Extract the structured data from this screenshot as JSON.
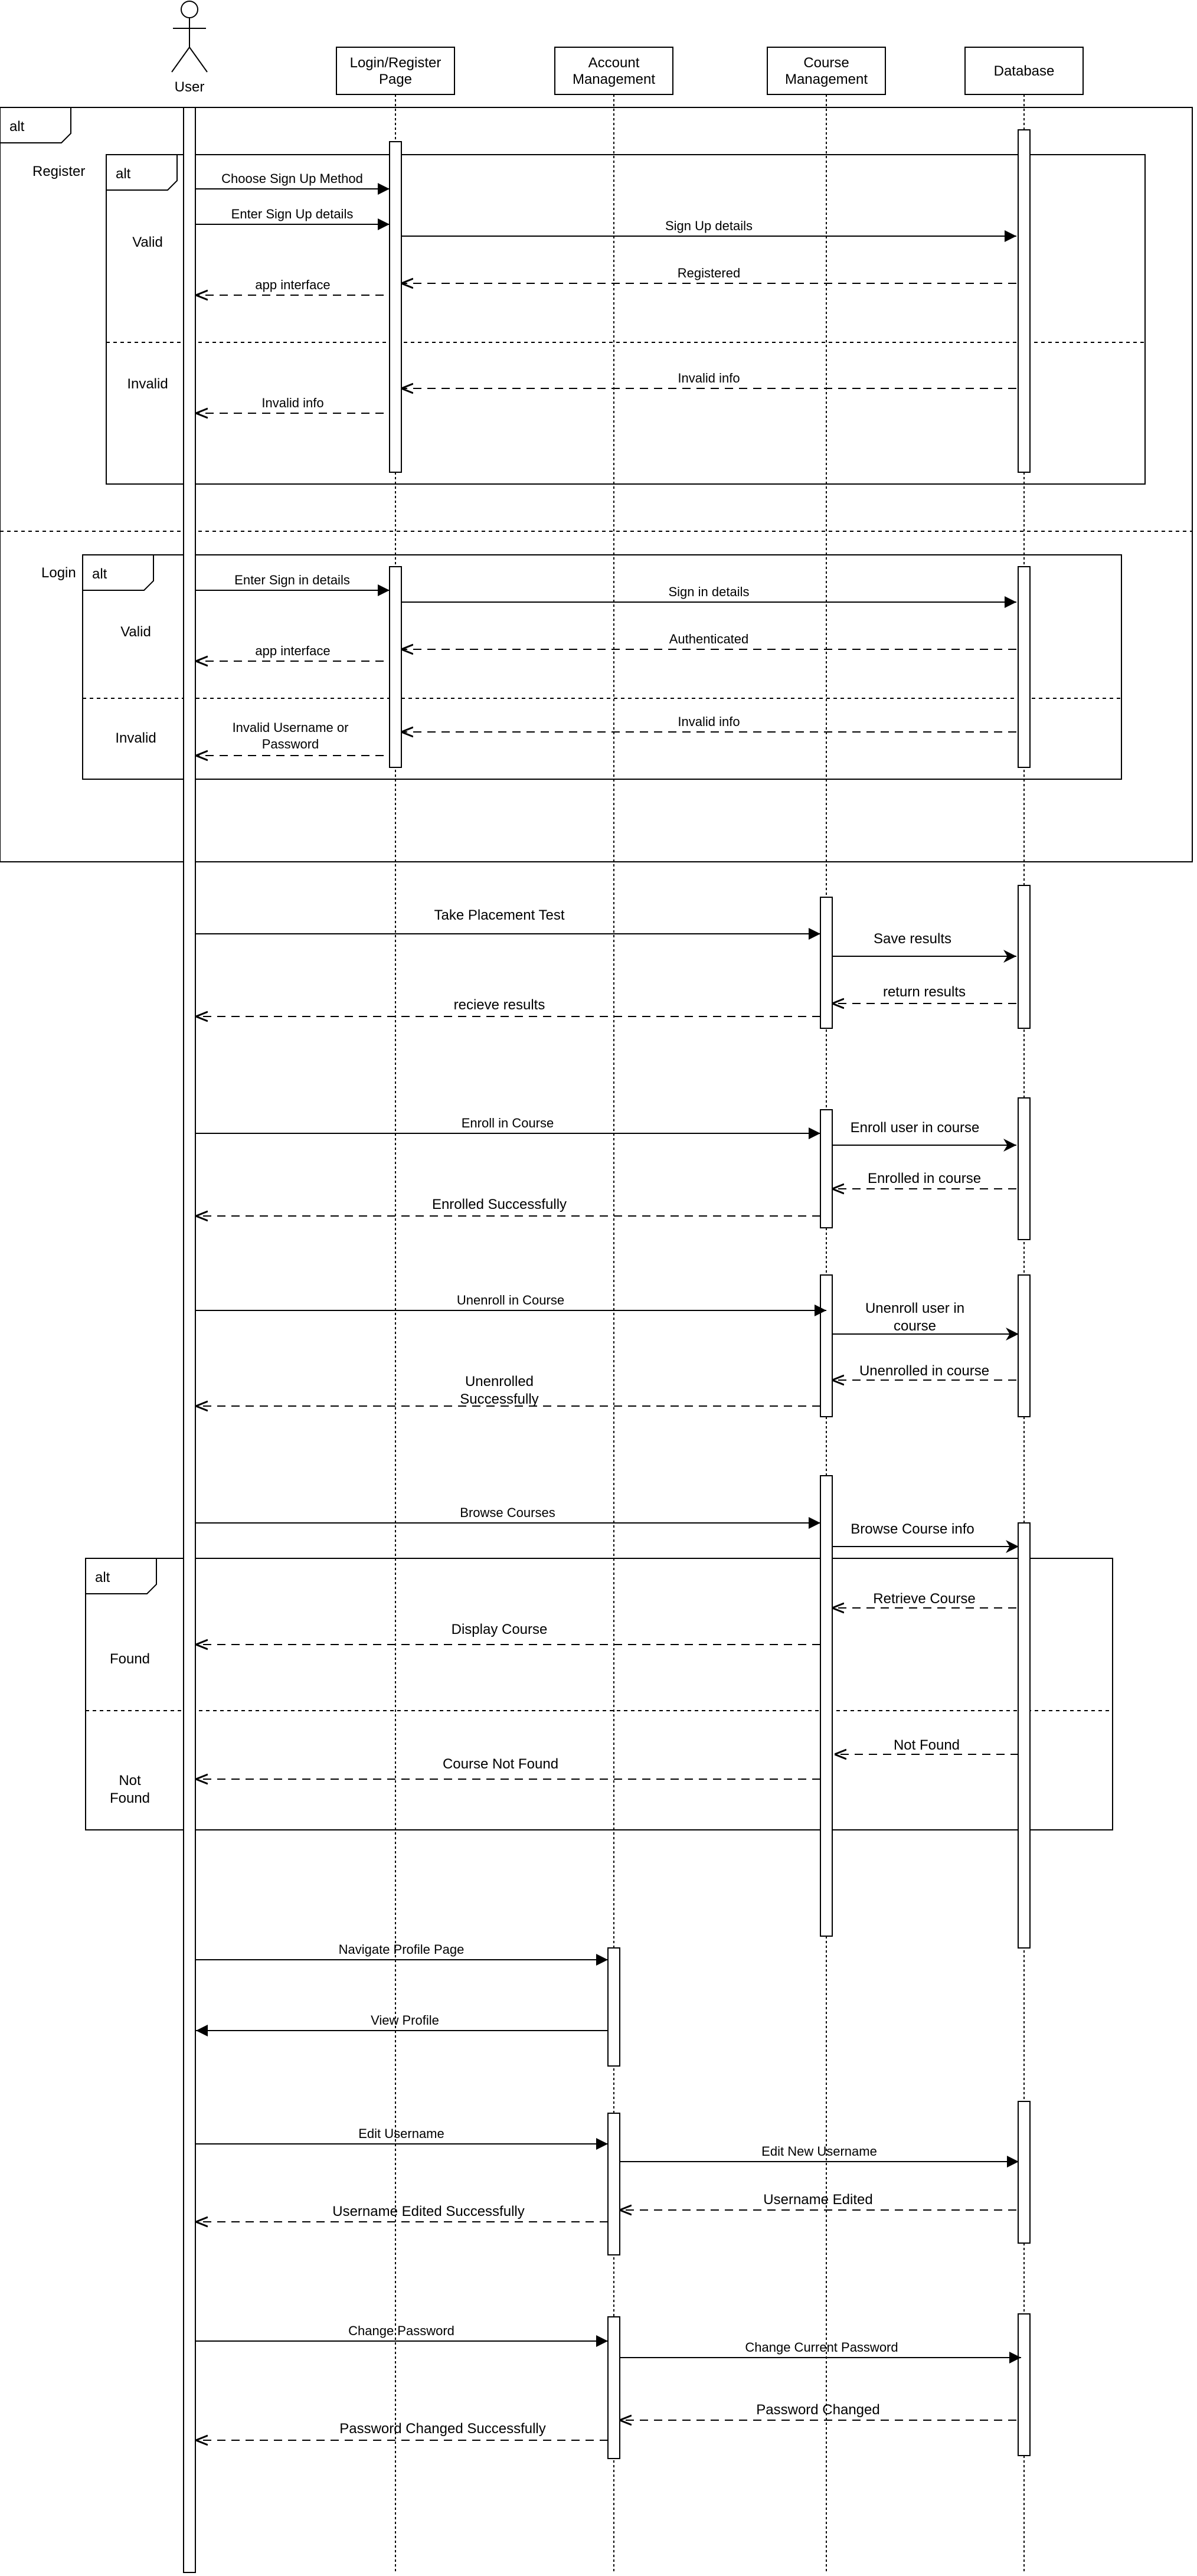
{
  "diagram": {
    "participants": [
      {
        "id": "user",
        "label": "User",
        "kind": "actor"
      },
      {
        "id": "login",
        "label_lines": [
          "Login/Register",
          "Page"
        ],
        "kind": "box"
      },
      {
        "id": "account",
        "label_lines": [
          "Account",
          "Management"
        ],
        "kind": "box"
      },
      {
        "id": "course",
        "label_lines": [
          "Course",
          "Management"
        ],
        "kind": "box"
      },
      {
        "id": "db",
        "label": "Database",
        "kind": "box"
      }
    ],
    "fragments": {
      "outer_alt": {
        "tag": "alt",
        "labels": [
          "Register",
          "Login"
        ]
      },
      "register_alt": {
        "tag": "alt",
        "labels": [
          "Valid",
          "Invalid"
        ]
      },
      "login_alt": {
        "tag": "alt",
        "labels": [
          "Valid",
          "Invalid"
        ]
      },
      "browse_alt": {
        "tag": "alt",
        "labels": [
          "Found"
        ],
        "label_lines": [
          "Not",
          "Found"
        ]
      }
    },
    "messages": [
      {
        "label": "Choose Sign Up Method",
        "from": "user",
        "to": "login",
        "type": "sync"
      },
      {
        "label": "Enter Sign Up details",
        "from": "user",
        "to": "login",
        "type": "sync"
      },
      {
        "label": "Sign Up details",
        "from": "login",
        "to": "db",
        "type": "sync"
      },
      {
        "label": "Registered",
        "from": "db",
        "to": "login",
        "type": "return"
      },
      {
        "label": "app interface",
        "from": "login",
        "to": "user",
        "type": "return"
      },
      {
        "label": "Invalid info",
        "from": "db",
        "to": "login",
        "type": "return"
      },
      {
        "label": "Invalid info",
        "from": "login",
        "to": "user",
        "type": "return"
      },
      {
        "label": "Enter Sign in details",
        "from": "user",
        "to": "login",
        "type": "sync"
      },
      {
        "label": "Sign in details",
        "from": "login",
        "to": "db",
        "type": "sync"
      },
      {
        "label": "Authenticated",
        "from": "db",
        "to": "login",
        "type": "return"
      },
      {
        "label": "app interface",
        "from": "login",
        "to": "user",
        "type": "return"
      },
      {
        "label": "Invalid info",
        "from": "db",
        "to": "login",
        "type": "return"
      },
      {
        "label_lines": [
          "Invalid Username or",
          "Password"
        ],
        "from": "login",
        "to": "user",
        "type": "return"
      },
      {
        "label": "Take Placement Test",
        "from": "user",
        "to": "course",
        "type": "sync"
      },
      {
        "label": "Save results",
        "from": "course",
        "to": "db",
        "type": "async"
      },
      {
        "label": "return results",
        "from": "db",
        "to": "course",
        "type": "return"
      },
      {
        "label": "recieve results",
        "from": "course",
        "to": "user",
        "type": "return"
      },
      {
        "label": "Enroll in Course",
        "from": "user",
        "to": "course",
        "type": "sync"
      },
      {
        "label": "Enroll user in course",
        "from": "course",
        "to": "db",
        "type": "async"
      },
      {
        "label": "Enrolled in course",
        "from": "db",
        "to": "course",
        "type": "return"
      },
      {
        "label": "Enrolled Successfully",
        "from": "course",
        "to": "user",
        "type": "return"
      },
      {
        "label": "Unenroll in Course",
        "from": "user",
        "to": "course",
        "type": "sync"
      },
      {
        "label_lines": [
          "Unenroll user in",
          "course"
        ],
        "from": "course",
        "to": "db",
        "type": "async"
      },
      {
        "label": "Unenrolled in course",
        "from": "db",
        "to": "course",
        "type": "return"
      },
      {
        "label_lines": [
          "Unenrolled",
          "Successfully"
        ],
        "from": "course",
        "to": "user",
        "type": "return"
      },
      {
        "label": "Browse Courses",
        "from": "user",
        "to": "course",
        "type": "sync"
      },
      {
        "label": "Browse Course info",
        "from": "course",
        "to": "db",
        "type": "async"
      },
      {
        "label": "Retrieve Course",
        "from": "db",
        "to": "course",
        "type": "return"
      },
      {
        "label": "Display Course",
        "from": "course",
        "to": "user",
        "type": "return"
      },
      {
        "label": "Not Found",
        "from": "db",
        "to": "course",
        "type": "return"
      },
      {
        "label": "Course Not Found",
        "from": "course",
        "to": "user",
        "type": "return"
      },
      {
        "label": "Navigate Profile Page",
        "from": "user",
        "to": "account",
        "type": "sync"
      },
      {
        "label": "View Profile",
        "from": "account",
        "to": "user",
        "type": "sync"
      },
      {
        "label": "Edit Username",
        "from": "user",
        "to": "account",
        "type": "sync"
      },
      {
        "label": "Edit New Username",
        "from": "account",
        "to": "db",
        "type": "sync"
      },
      {
        "label": "Username Edited",
        "from": "db",
        "to": "account",
        "type": "return"
      },
      {
        "label": "Username Edited Successfully",
        "from": "account",
        "to": "user",
        "type": "return"
      },
      {
        "label": "Change Password",
        "from": "user",
        "to": "account",
        "type": "sync"
      },
      {
        "label": "Change Current Password",
        "from": "account",
        "to": "db",
        "type": "sync"
      },
      {
        "label": "Password Changed",
        "from": "db",
        "to": "account",
        "type": "return"
      },
      {
        "label": "Password Changed Successfully",
        "from": "account",
        "to": "user",
        "type": "return"
      }
    ]
  }
}
